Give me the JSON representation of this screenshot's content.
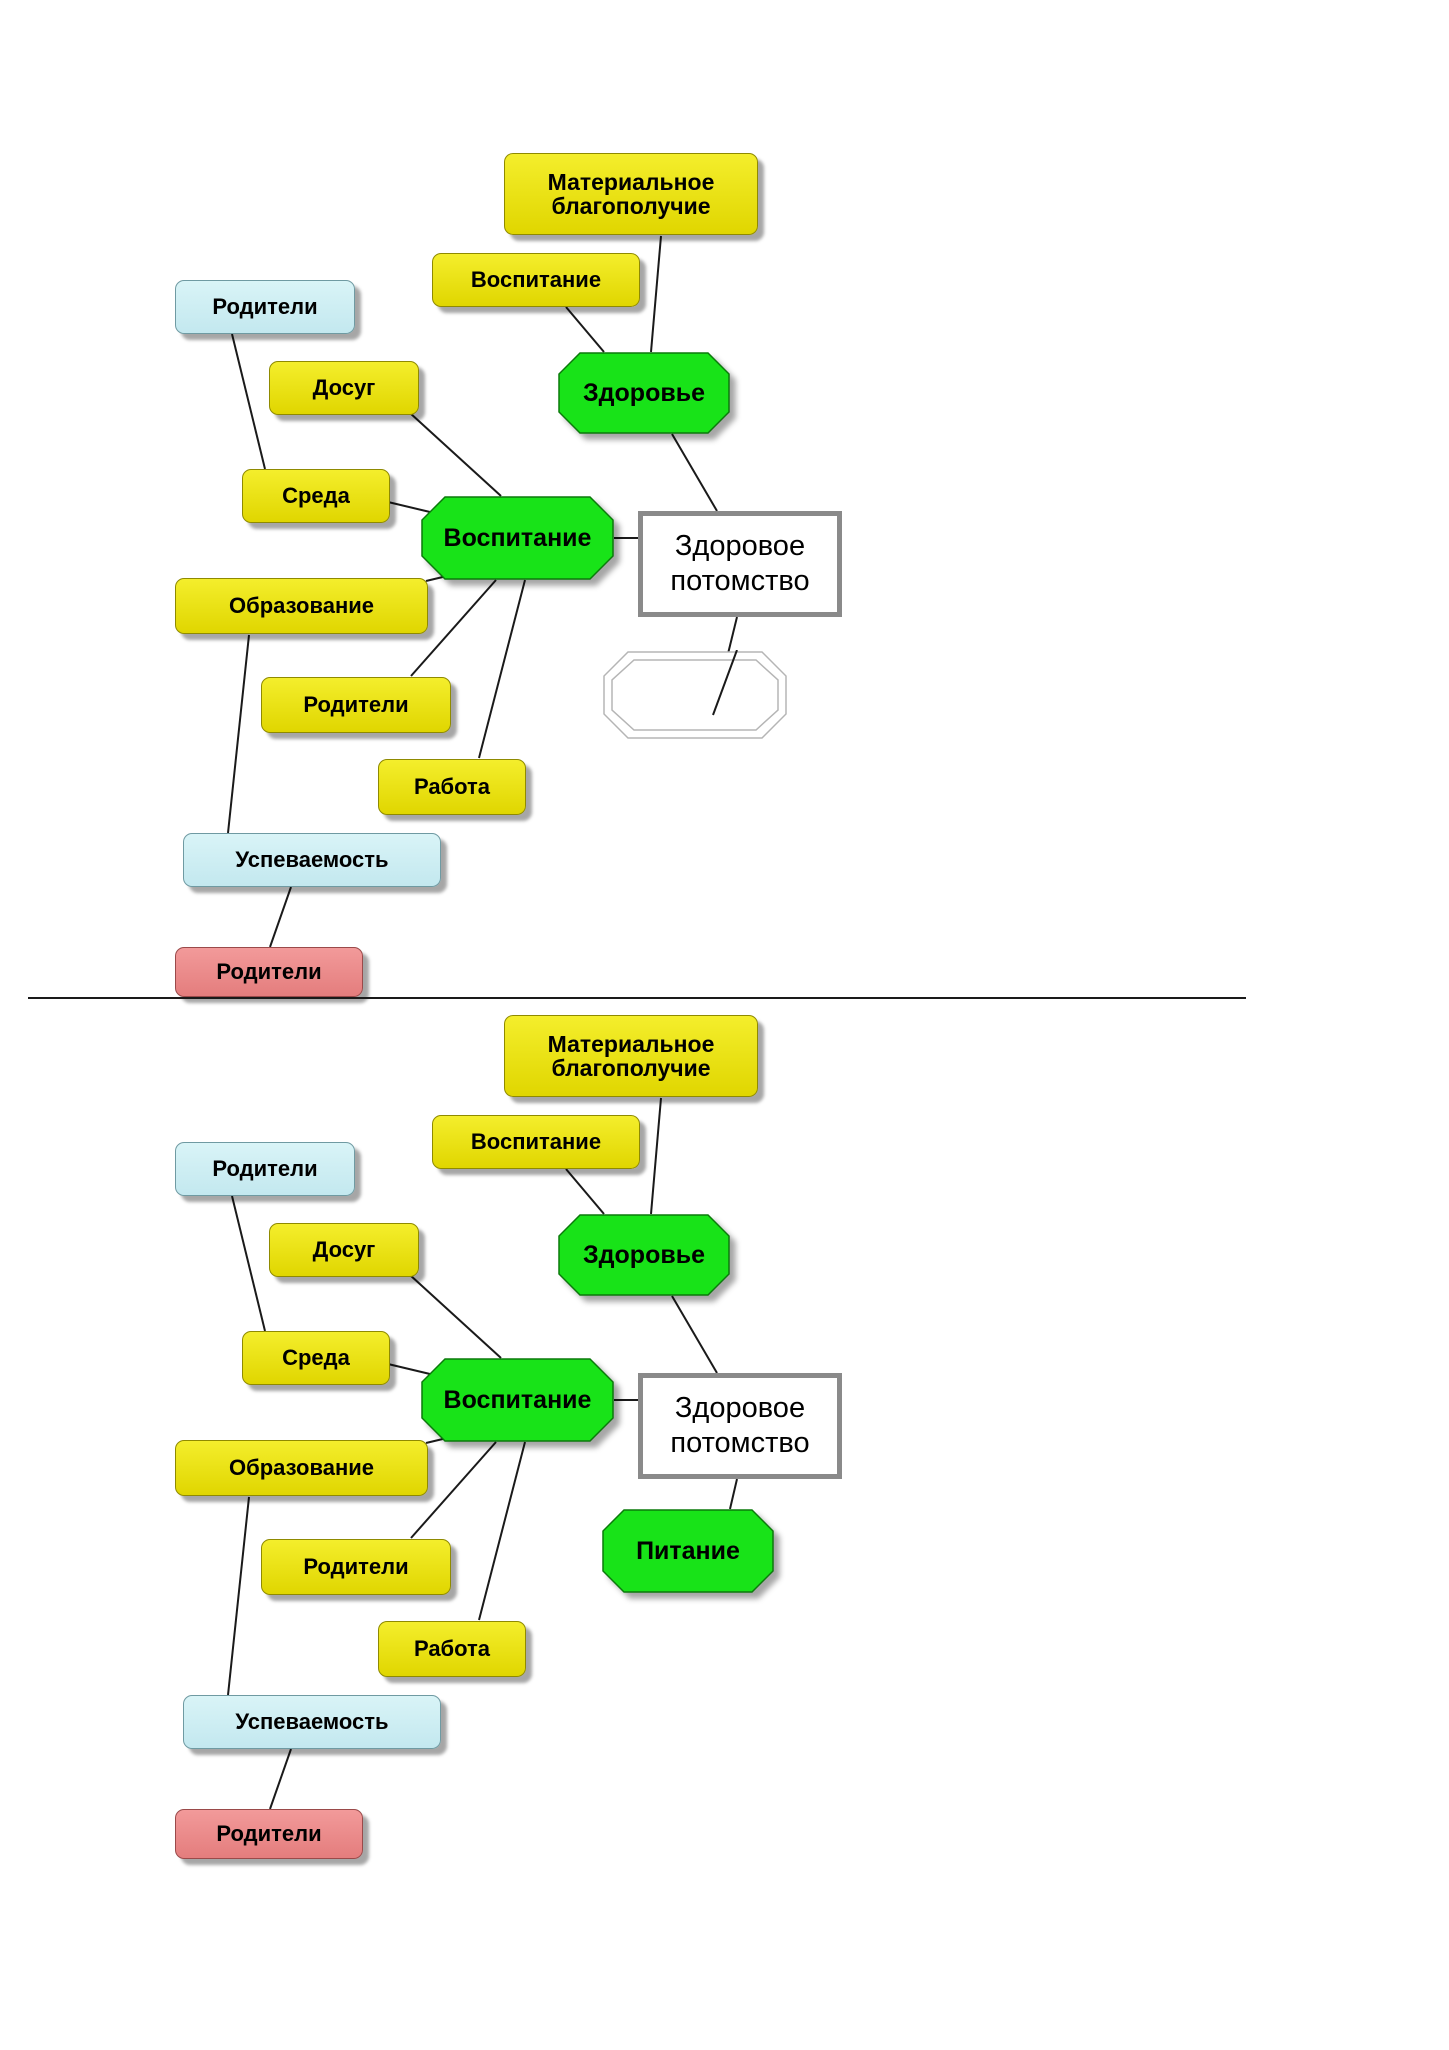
{
  "diagrams": {
    "top": {
      "center": "Здоровое\nпотомство",
      "zdorove": "Здоровье",
      "material": "Материальное\nблагополучие",
      "vospitanie_hub": "Воспитание",
      "vospitanie_leaf": "Воспитание",
      "roditeli_cyan": "Родители",
      "dosug": "Досуг",
      "sreda": "Среда",
      "obrazovanie": "Образование",
      "roditeli_yellow": "Родители",
      "rabota": "Работа",
      "uspevaemost": "Успеваемость",
      "roditeli_red": "Родители",
      "empty_node": ""
    },
    "bottom": {
      "center": "Здоровое\nпотомство",
      "zdorove": "Здоровье",
      "material": "Материальное\nблагополучие",
      "vospitanie_hub": "Воспитание",
      "vospitanie_leaf": "Воспитание",
      "roditeli_cyan": "Родители",
      "dosug": "Досуг",
      "sreda": "Среда",
      "obrazovanie": "Образование",
      "roditeli_yellow": "Родители",
      "rabota": "Работа",
      "uspevaemost": "Успеваемость",
      "roditeli_red": "Родители",
      "pitanie": "Питание"
    }
  },
  "colors": {
    "yellow": "#f0e81a",
    "cyan": "#cdeef2",
    "red": "#ea8a8a",
    "green": "#16e816",
    "line": "#1a1a1a"
  }
}
